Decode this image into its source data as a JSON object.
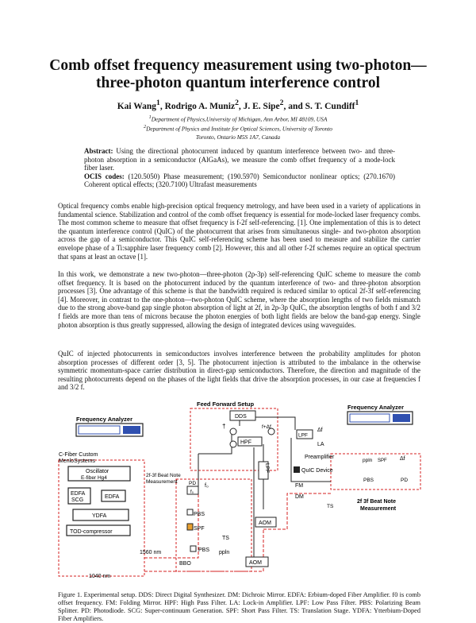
{
  "paper": {
    "title_line1": "Comb offset frequency measurement using two-photon—",
    "title_line2": "three-photon quantum interference control",
    "authors": [
      {
        "name": "Kai Wang",
        "sup": "1",
        "sep": ", "
      },
      {
        "name": "Rodrigo A. Muniz",
        "sup": "2",
        "sep": ", "
      },
      {
        "name": "J. E. Sipe",
        "sup": "2",
        "sep": ", and "
      },
      {
        "name": "S. T. Cundiff",
        "sup": "1",
        "sep": ""
      }
    ],
    "affiliations": [
      {
        "sup": "1",
        "text": "Department of Physics,University of Michigan, Ann Arbor, MI 48109, USA"
      },
      {
        "sup": "2",
        "text": "Department of Physics and Institute for Optical Sciences, University of Toronto"
      },
      {
        "sup": "",
        "text": "Toronto, Ontario M5S 1A7, Canada"
      }
    ],
    "abstract_label": "Abstract:",
    "abstract_text": "Using the directional photocurrent induced by quantum interference between two- and three-photon absorption in a semiconductor (AlGaAs), we measure the comb offset frequency of a mode-lock fiber laser.",
    "ocis_label": "OCIS codes:",
    "ocis_text": "(120.5050) Phase measurement; (190.5970) Semiconductor nonlinear optics; (270.1670) Coherent optical effects; (320.7100) Ultrafast measurements",
    "para1": "Optical frequency combs enable high-precision optical frequency metrology, and have been used in a variety of applications in fundamental science. Stabilization and control of the comb offset frequency is essential for mode-locked laser frequency combs. The most common scheme to measure that offset frequency is f-2f self-referencing. [1]. One implementation of this is to detect the quantum interference control (QuIC) of the photocurrent that arises from simultaneous single- and two-photon absorption across the gap of a semiconductor. This QuIC self-referencing scheme has been used to measure and stabilize the carrier envelope phase of a Ti:sapphire laser frequency comb [2]. However, this and all other f-2f schemes require an optical spectrum that spans at least an octave [1].",
    "para2": "In this work, we demonstrate a new two-photon—three-photon (2p-3p) self-referencing QuIC scheme to measure the comb offset frequency. It is based on the photocurrent induced by the quantum interference of two- and three-photon absorption processes [3]. One advantage of this scheme is that the bandwidth required is reduced similar to optical 2f-3f self-referencing [4]. Moreover, in contrast to the one-photon—two-photon QuIC scheme, where the absorption lengths of two fields mismatch due to the strong above-band gap single photon absorption of light at 2f, in 2p-3p QuIC, the absorption lengths of both f and 3/2 f fields are more than tens of microns because the photon energies of both light fields are below the band-gap energy. Single photon absorption is thus greatly suppressed, allowing the design of integrated devices using waveguides.",
    "para3": "QuIC of injected photocurrents in semiconductors involves interference between the probability amplitudes for photon absorption processes of different order [3, 5]. The photocurrent injection is attributed to the imbalance in the otherwise symmetric momentum-space carrier distribution in direct-gap semiconductors. Therefore, the direction and magnitude of the resulting photocurrents depend on the phases of the light fields that drive the absorption processes, in our case at frequencies f and 3/2 f.",
    "caption": "Figure 1. Experimental setup. DDS: Direct Digital Synthesizer. DM: Dichroic Mirror. EDFA: Erbium-doped Fiber Amplifier. f0 is comb offset frequency. FM: Folding Mirror. HPF: High Pass Filter. LA: Lock-in Amplifier. LPF: Low Pass Filter. PBS: Polarizing Beam Splitter. PD: Photodiode. SCG: Super-continuum Generation. SPF: Short Pass Filter. TS: Translation Stage. YDFA: Ytterbium-Doped Fiber Amplifiers."
  },
  "figure": {
    "feed_forward": "Feed Forward Setup",
    "freq_analyzer_left": "Frequency Analyzer",
    "freq_analyzer_right": "Frequency Analyzer",
    "dds": "DDS",
    "hpf": "HPF",
    "lpf_box": "LPF",
    "lpf_v": "LPF",
    "la": "LA",
    "preamp": "Preamplifier",
    "quic": "QuIC Device",
    "beat_left_1": "2f-3f Beat Note",
    "beat_left_2": "Measurement",
    "beat_right_1": "2f 3f Beat Note",
    "beat_right_2": "Measurement",
    "cfiber_1": "C-Fiber Custom",
    "cfiber_2": "MenloSystems",
    "oscillator_1": "Oscillator",
    "oscillator_2": "E-fiber Hg4",
    "edfa_scg_1": "EDFA",
    "edfa_scg_2": "SCG",
    "edfa": "EDFA",
    "ydfa": "YDFA",
    "tod": "TOD-compressor",
    "nm1560": "1560 nm",
    "nm1040": "1040 nm",
    "pd": "PD",
    "pd_right": "PD",
    "pbs1": "PBS",
    "pbs2": "PBS",
    "pbs_right": "PBS",
    "spf": "SPF",
    "spf_right": "SPF",
    "ts": "TS",
    "ts_right": "TS",
    "ppln": "ppln",
    "ppln_right": "ppln",
    "bbo": "BBO",
    "aom1": "AOM",
    "aom2": "AOM",
    "fm": "FM",
    "dm": "DM",
    "f0": "f₀",
    "f0_label": "f₀",
    "f_af": "f+Δf",
    "delta_f": "Δf",
    "delta_f2": "Δf",
    "dag": "†"
  },
  "colors": {
    "red_dash": "#d42020",
    "line": "#222222",
    "blue": "#3050b0"
  }
}
